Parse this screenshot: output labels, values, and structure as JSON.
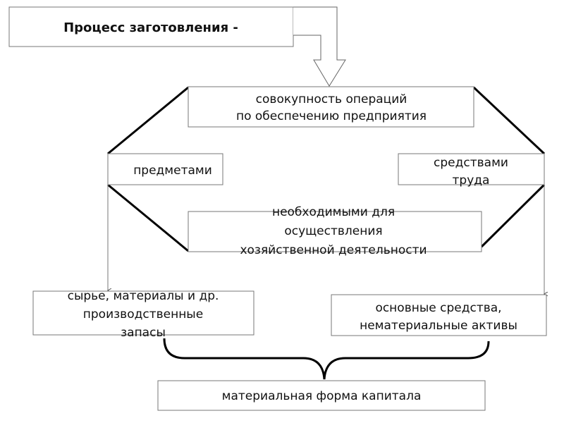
{
  "title": "Процесс заготовления -",
  "definition": {
    "line1": "совокупность операций",
    "line2": "по обеспечению предприятия"
  },
  "left_branch": "предметами",
  "right_branch": {
    "line1": "средствами",
    "line2": "труда"
  },
  "purpose": {
    "line1": "необходимыми для",
    "line2": "осуществления",
    "line3": "хозяйственной деятельности"
  },
  "left_result": {
    "line1": "сырье, материалы и др.",
    "line2": "производственные",
    "line3": "запасы"
  },
  "right_result": {
    "line1": "основные средства,",
    "line2": "нематериальные активы"
  },
  "conclusion": "материальная форма капитала"
}
